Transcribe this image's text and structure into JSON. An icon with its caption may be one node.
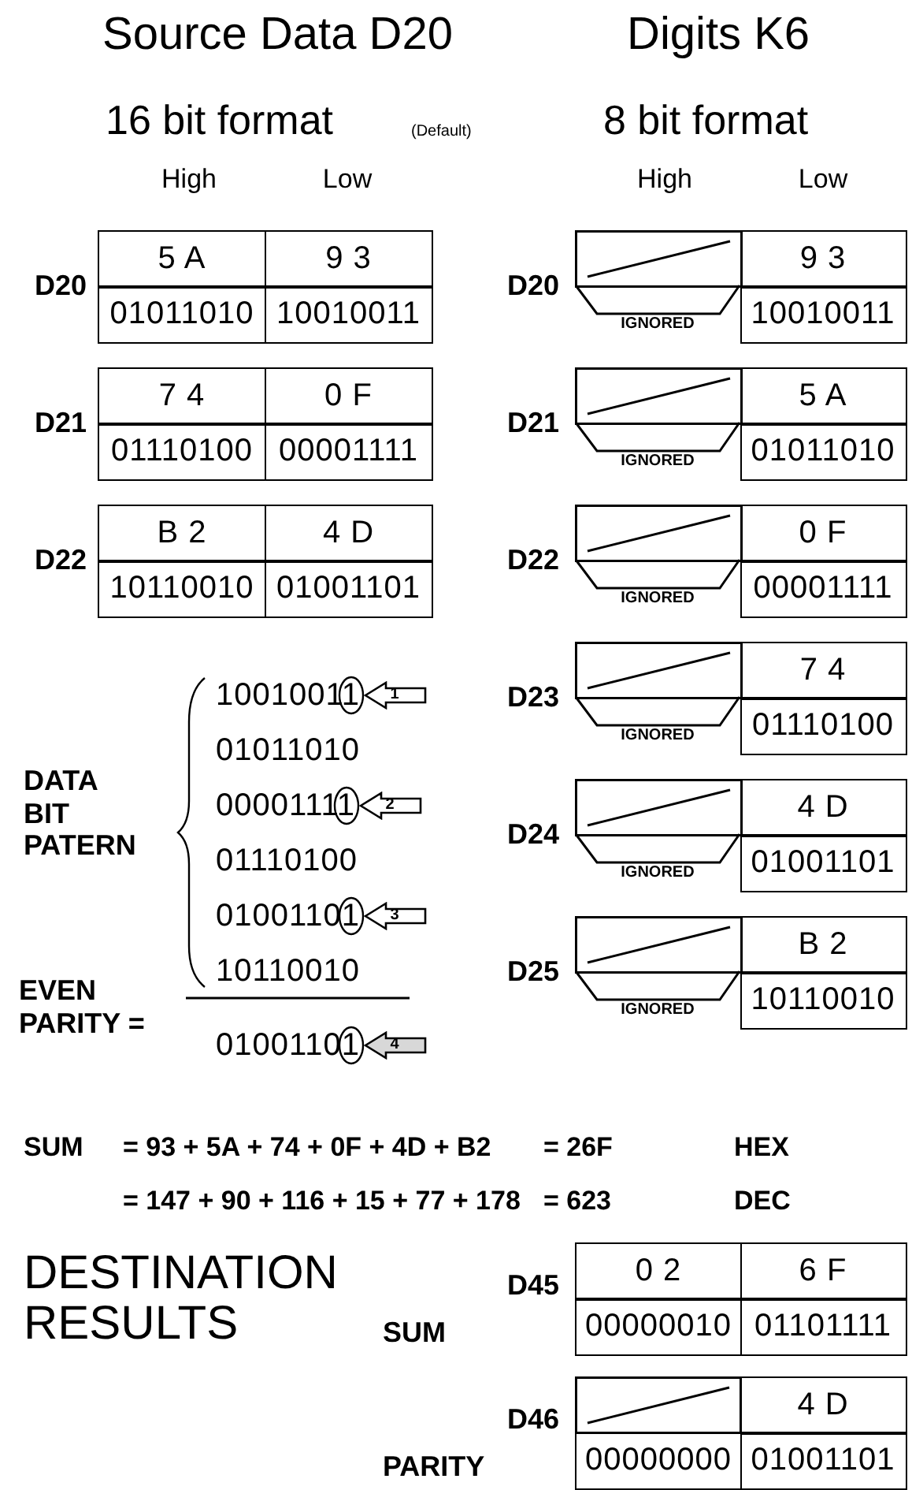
{
  "diagram": {
    "labels": [
      "Source Data D20",
      "Digits K6",
      "16 bit format",
      "(Default)",
      "8 bit format",
      "High",
      "Low",
      "High",
      "Low",
      "D20",
      "5 A",
      "9 3",
      "D20",
      "9 3",
      "01011010",
      "10010011",
      "IGNORED",
      "10010011",
      "D21",
      "7 4",
      "0 F",
      "D21",
      "5 A",
      "01110100",
      "00001111",
      "IGNORED",
      "01011010",
      "D22",
      "B 2",
      "4 D",
      "D22",
      "0 F",
      "10110010",
      "01001101",
      "IGNORED",
      "00001111",
      "D23",
      "7 4",
      "IGNORED",
      "01110100",
      "10010011",
      "1",
      "01011010",
      "DATA BIT PATERN",
      "D24",
      "4 D",
      "IGNORED",
      "01001101",
      "00001111",
      "2",
      "01110100",
      "01001101",
      "3",
      "D25",
      "B 2",
      "IGNORED",
      "10110010",
      "10110010",
      "EVEN PARITY =",
      "01001101",
      "4",
      "SUM",
      "= 93 + 5A + 74 + 0F + 4D + B2",
      "= 26F",
      "HEX",
      "= 147 + 90 + 116 + 15 + 77 + 178",
      "= 623",
      "DEC",
      "DESTINATION RESULTS",
      "D45",
      "0 2",
      "6 F",
      "SUM",
      "00000010",
      "01101111",
      "D46",
      "4 D",
      "PARITY",
      "00000000",
      "01001101"
    ]
  }
}
